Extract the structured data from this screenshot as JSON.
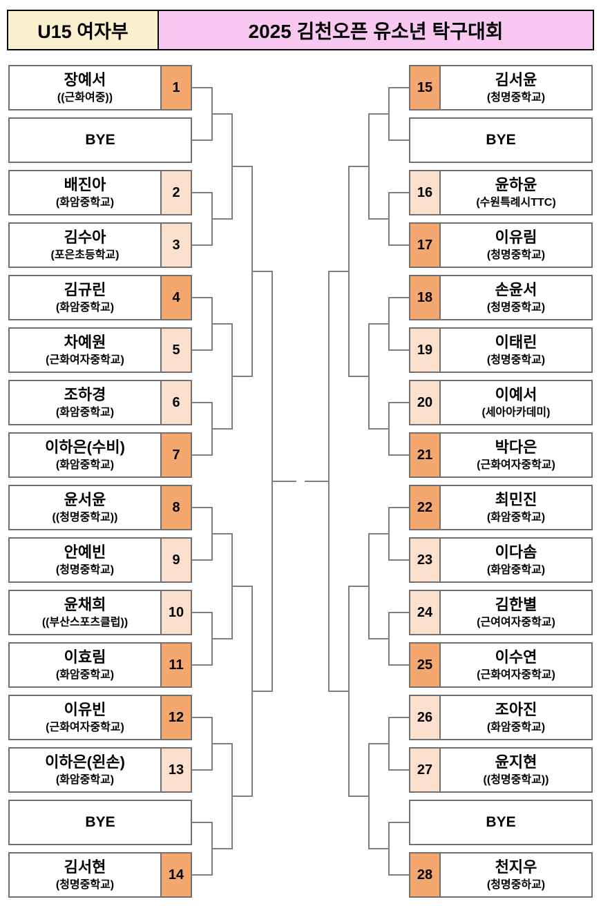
{
  "header": {
    "division": "U15 여자부",
    "title": "2025 김천오픈 유소년 탁구대회"
  },
  "bye_label": "BYE",
  "colors": {
    "page_bg": "#ffffff",
    "header_left_bg": "#FAF0CE",
    "header_right_bg": "#F8C8F2",
    "seed_dark": "#F4A76E",
    "seed_light": "#FBE0CD",
    "box_border": "#6f6f6f",
    "line_color": "#7f7f7f",
    "text": "#000000"
  },
  "bracket": {
    "left": {
      "slots": [
        {
          "seed": "1",
          "name": "장예서",
          "school": "((근화여중))",
          "highlight": "dark"
        },
        {
          "bye": true,
          "label": "BYE"
        },
        {
          "seed": "2",
          "name": "배진아",
          "school": "(화암중학교)",
          "highlight": "light"
        },
        {
          "seed": "3",
          "name": "김수아",
          "school": "(포은초등학교)",
          "highlight": "light"
        },
        {
          "seed": "4",
          "name": "김규린",
          "school": "(화암중학교)",
          "highlight": "dark"
        },
        {
          "seed": "5",
          "name": "차예원",
          "school": "(근화여자중학교)",
          "highlight": "light"
        },
        {
          "seed": "6",
          "name": "조하경",
          "school": "(화암중학교)",
          "highlight": "light"
        },
        {
          "seed": "7",
          "name": "이하은(수비)",
          "school": "(화암중학교)",
          "highlight": "dark"
        },
        {
          "seed": "8",
          "name": "윤서윤",
          "school": "((청명중학교))",
          "highlight": "dark"
        },
        {
          "seed": "9",
          "name": "안예빈",
          "school": "(청명중학교)",
          "highlight": "light"
        },
        {
          "seed": "10",
          "name": "윤채희",
          "school": "((부산스포츠클럽))",
          "highlight": "light"
        },
        {
          "seed": "11",
          "name": "이효림",
          "school": "(화암중학교)",
          "highlight": "dark"
        },
        {
          "seed": "12",
          "name": "이유빈",
          "school": "(근화여자중학교)",
          "highlight": "dark"
        },
        {
          "seed": "13",
          "name": "이하은(왼손)",
          "school": "(화암중학교)",
          "highlight": "light"
        },
        {
          "bye": true,
          "label": "BYE"
        },
        {
          "seed": "14",
          "name": "김서현",
          "school": "(청명중학교)",
          "highlight": "dark"
        }
      ]
    },
    "right": {
      "slots": [
        {
          "seed": "15",
          "name": "김서윤",
          "school": "(청명중학교)",
          "highlight": "dark"
        },
        {
          "bye": true,
          "label": "BYE"
        },
        {
          "seed": "16",
          "name": "윤하윤",
          "school": "(수원특례시TTC)",
          "highlight": "light"
        },
        {
          "seed": "17",
          "name": "이유림",
          "school": "(청명중학교)",
          "highlight": "dark"
        },
        {
          "seed": "18",
          "name": "손윤서",
          "school": "(청명중학교)",
          "highlight": "dark"
        },
        {
          "seed": "19",
          "name": "이태린",
          "school": "(청명중학교)",
          "highlight": "light"
        },
        {
          "seed": "20",
          "name": "이예서",
          "school": "(세아아카데미)",
          "highlight": "light"
        },
        {
          "seed": "21",
          "name": "박다은",
          "school": "(근화여자중학교)",
          "highlight": "dark"
        },
        {
          "seed": "22",
          "name": "최민진",
          "school": "(화암중학교)",
          "highlight": "dark"
        },
        {
          "seed": "23",
          "name": "이다솜",
          "school": "(화암중학교)",
          "highlight": "light"
        },
        {
          "seed": "24",
          "name": "김한별",
          "school": "(근여여자중학교)",
          "highlight": "light"
        },
        {
          "seed": "25",
          "name": "이수연",
          "school": "(근화여자중학교)",
          "highlight": "dark"
        },
        {
          "seed": "26",
          "name": "조아진",
          "school": "(화암중학교)",
          "highlight": "light"
        },
        {
          "seed": "27",
          "name": "윤지현",
          "school": "((청명중학교))",
          "highlight": "light"
        },
        {
          "bye": true,
          "label": "BYE"
        },
        {
          "seed": "28",
          "name": "천지우",
          "school": "(청명중하교)",
          "highlight": "dark"
        }
      ]
    }
  }
}
